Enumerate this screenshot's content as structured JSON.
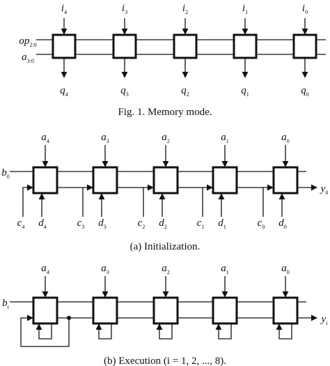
{
  "figure1": {
    "caption": "Fig. 1.   Memory mode.",
    "inputs": [
      {
        "base": "i",
        "sub": "4"
      },
      {
        "base": "i",
        "sub": "3"
      },
      {
        "base": "i",
        "sub": "2"
      },
      {
        "base": "i",
        "sub": "1"
      },
      {
        "base": "i",
        "sub": "0"
      }
    ],
    "outputs": [
      {
        "base": "q",
        "sub": "4"
      },
      {
        "base": "q",
        "sub": "3"
      },
      {
        "base": "q",
        "sub": "2"
      },
      {
        "base": "q",
        "sub": "1"
      },
      {
        "base": "q",
        "sub": "0"
      }
    ],
    "bus_labels": [
      {
        "base": "op",
        "sub": "2:0"
      },
      {
        "base": "a",
        "sub": "3:0"
      }
    ]
  },
  "figure2": {
    "caption": "(a)  Initialization.",
    "a_labels": [
      {
        "base": "a",
        "sub": "4"
      },
      {
        "base": "a",
        "sub": "3"
      },
      {
        "base": "a",
        "sub": "2"
      },
      {
        "base": "a",
        "sub": "1"
      },
      {
        "base": "a",
        "sub": "0"
      }
    ],
    "c_labels": [
      {
        "base": "c",
        "sub": "4"
      },
      {
        "base": "c",
        "sub": "3"
      },
      {
        "base": "c",
        "sub": "2"
      },
      {
        "base": "c",
        "sub": "1"
      },
      {
        "base": "c",
        "sub": "0"
      }
    ],
    "d_labels": [
      {
        "base": "d",
        "sub": "4"
      },
      {
        "base": "d",
        "sub": "3"
      },
      {
        "base": "d",
        "sub": "2"
      },
      {
        "base": "d",
        "sub": "1"
      },
      {
        "base": "d",
        "sub": "0"
      }
    ],
    "b_label": {
      "base": "b",
      "sub": "0"
    },
    "y_label": {
      "base": "y",
      "sub": "0"
    }
  },
  "figure3": {
    "caption": "(b)  Execution (i = 1, 2, ..., 8).",
    "a_labels": [
      {
        "base": "a",
        "sub": "4"
      },
      {
        "base": "a",
        "sub": "3"
      },
      {
        "base": "a",
        "sub": "2"
      },
      {
        "base": "a",
        "sub": "1"
      },
      {
        "base": "a",
        "sub": "0"
      }
    ],
    "b_label": {
      "base": "b",
      "sub": "i"
    },
    "y_label": {
      "base": "y",
      "sub": "i"
    }
  }
}
